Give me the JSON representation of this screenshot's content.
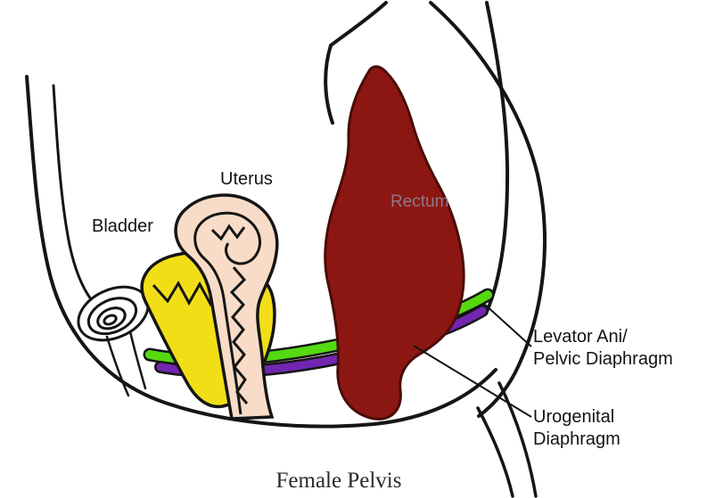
{
  "diagram": {
    "type": "anatomical-diagram",
    "subject": "sagittal section of female pelvis"
  },
  "title": "Female Pelvis",
  "labels": {
    "bladder": "Bladder",
    "uterus": "Uterus",
    "rectum": "Rectum",
    "levator_line1": "Levator Ani/",
    "levator_line2": "Pelvic Diaphragm",
    "urogenital_line1": "Urogenital",
    "urogenital_line2": "Diaphragm"
  },
  "colors": {
    "outline": "#151515",
    "bladder": "#F2DE17",
    "uterus": "#F8DCC8",
    "rectum": "#8C1712",
    "rectum_stroke": "#4A0B08",
    "levator_band": "#55D911",
    "urogenital_band": "#7326B1",
    "rectum_label_text": "#8C7A8A",
    "label_text": "#131313",
    "background": "#FFFFFF"
  }
}
